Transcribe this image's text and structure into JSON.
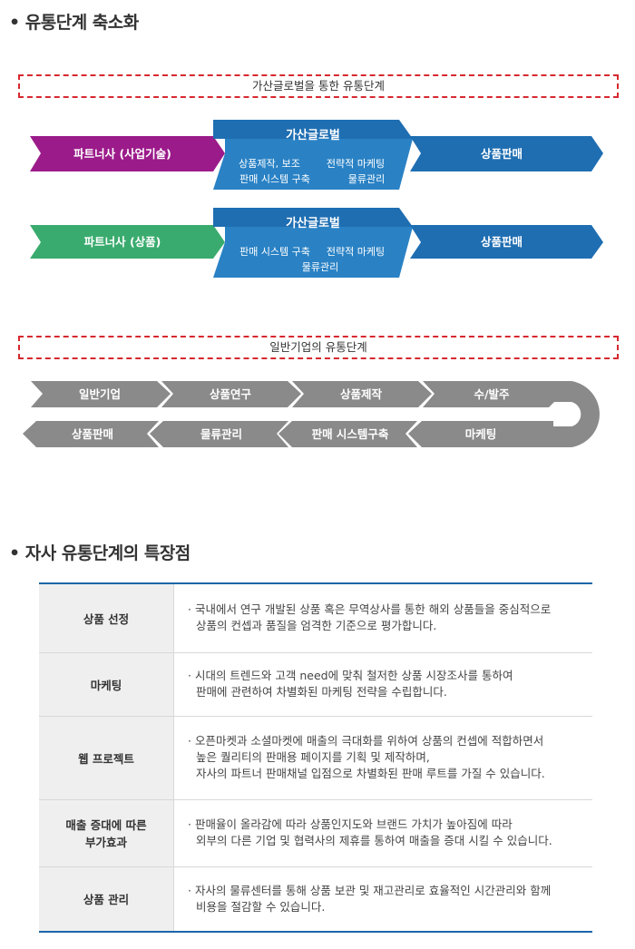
{
  "section1_title": "• 유통단계 축소화",
  "section2_title": "• 자사 유통단계의 특장점",
  "gasan_box_label": "가산글로벌을 통한 유통단계",
  "general_box_label": "일반기업의 유통단계",
  "row1": {
    "partner": "파트너사 (사업기술)",
    "center_title": "가산글로벌",
    "center_items": [
      "상품제작, 보조",
      "전략적 마케팅",
      "판매 시스템 구축",
      "물류관리"
    ],
    "end": "상품판매"
  },
  "row2": {
    "partner": "파트너사 (상품)",
    "center_title": "가산글로벌",
    "center_items": [
      "판매 시스템 구축",
      "전략적 마케팅",
      "물류관리"
    ],
    "end": "상품판매"
  },
  "general_flow_top": [
    "일반기업",
    "상품연구",
    "상품제작",
    "수/발주"
  ],
  "general_flow_bottom": [
    "상품판매",
    "물류관리",
    "판매 시스템구축",
    "마케팅"
  ],
  "colors": {
    "partner1": "#9b1b8a",
    "partner2": "#3aab6e",
    "blue": "#1f6eb2",
    "blue_light": "#2a82c5",
    "gray": "#8a8a8a",
    "red_dash": "#d7282f"
  },
  "features": [
    {
      "label": "상품 선정",
      "lines": [
        "· 국내에서 연구 개발된 상품 혹은 무역상사를 통한 해외 상품들을 중심적으로",
        "상품의 컨셉과 품질을 엄격한 기준으로 평가합니다."
      ]
    },
    {
      "label": "마케팅",
      "lines": [
        "· 시대의 트렌드와 고객 need에 맞춰 철저한 상품 시장조사를 통하여",
        "판매에 관련하여 차별화된 마케팅 전략을 수립합니다."
      ]
    },
    {
      "label": "웹 프로젝트",
      "lines": [
        "· 오픈마켓과 소셜마켓에 매출의 극대화를 위하여 상품의 컨셉에 적합하면서",
        "높은 퀄리티의 판매용 페이지를 기획 및 제작하며,",
        "자사의 파트너 판매채널 입점으로 차별화된 판매 루트를 가질 수 있습니다."
      ]
    },
    {
      "label": "매출 증대에 따른\n부가효과",
      "label_lines": [
        "매출 증대에 따른",
        "부가효과"
      ],
      "lines": [
        "· 판매율이 올라감에 따라 상품인지도와 브랜드 가치가 높아짐에 따라",
        "외부의 다른 기업 및 협력사의 제휴를 통하여 매출을 증대 시킬 수 있습니다."
      ]
    },
    {
      "label": "상품 관리",
      "lines": [
        "· 자사의 물류센터를 통해 상품 보관 및 재고관리로 효율적인 시간관리와 함께",
        "비용을 절감할 수 있습니다."
      ]
    }
  ]
}
